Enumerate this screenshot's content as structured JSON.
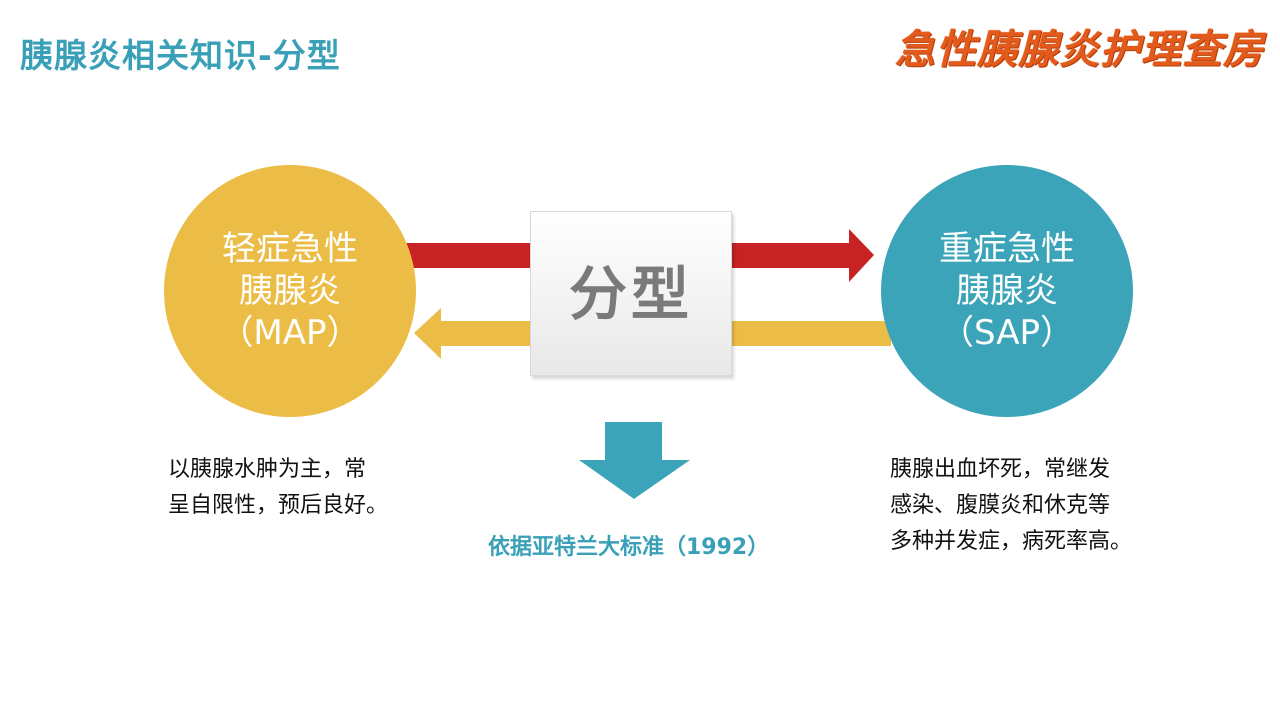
{
  "header": {
    "title": "胰腺炎相关知识-分型",
    "brand": "急性胰腺炎护理查房"
  },
  "diagram": {
    "center_label": "分型",
    "left_circle": {
      "lines": [
        "轻症急性",
        "胰腺炎",
        "（MAP）"
      ]
    },
    "right_circle": {
      "lines": [
        "重症急性",
        "胰腺炎",
        "（SAP）"
      ]
    },
    "basis_text": "依据亚特兰大标准（1992）"
  },
  "descriptions": {
    "left": [
      "以胰腺水肿为主，常",
      "呈自限性，预后良好。"
    ],
    "right": [
      "胰腺出血坏死，常继发",
      "感染、腹膜炎和休克等",
      "多种并发症，病死率高。"
    ]
  },
  "colors": {
    "accent_teal": "#3aa0b8",
    "accent_yellow": "#ecbd46",
    "accent_red": "#c72224",
    "brand_orange": "#e25a1c"
  }
}
